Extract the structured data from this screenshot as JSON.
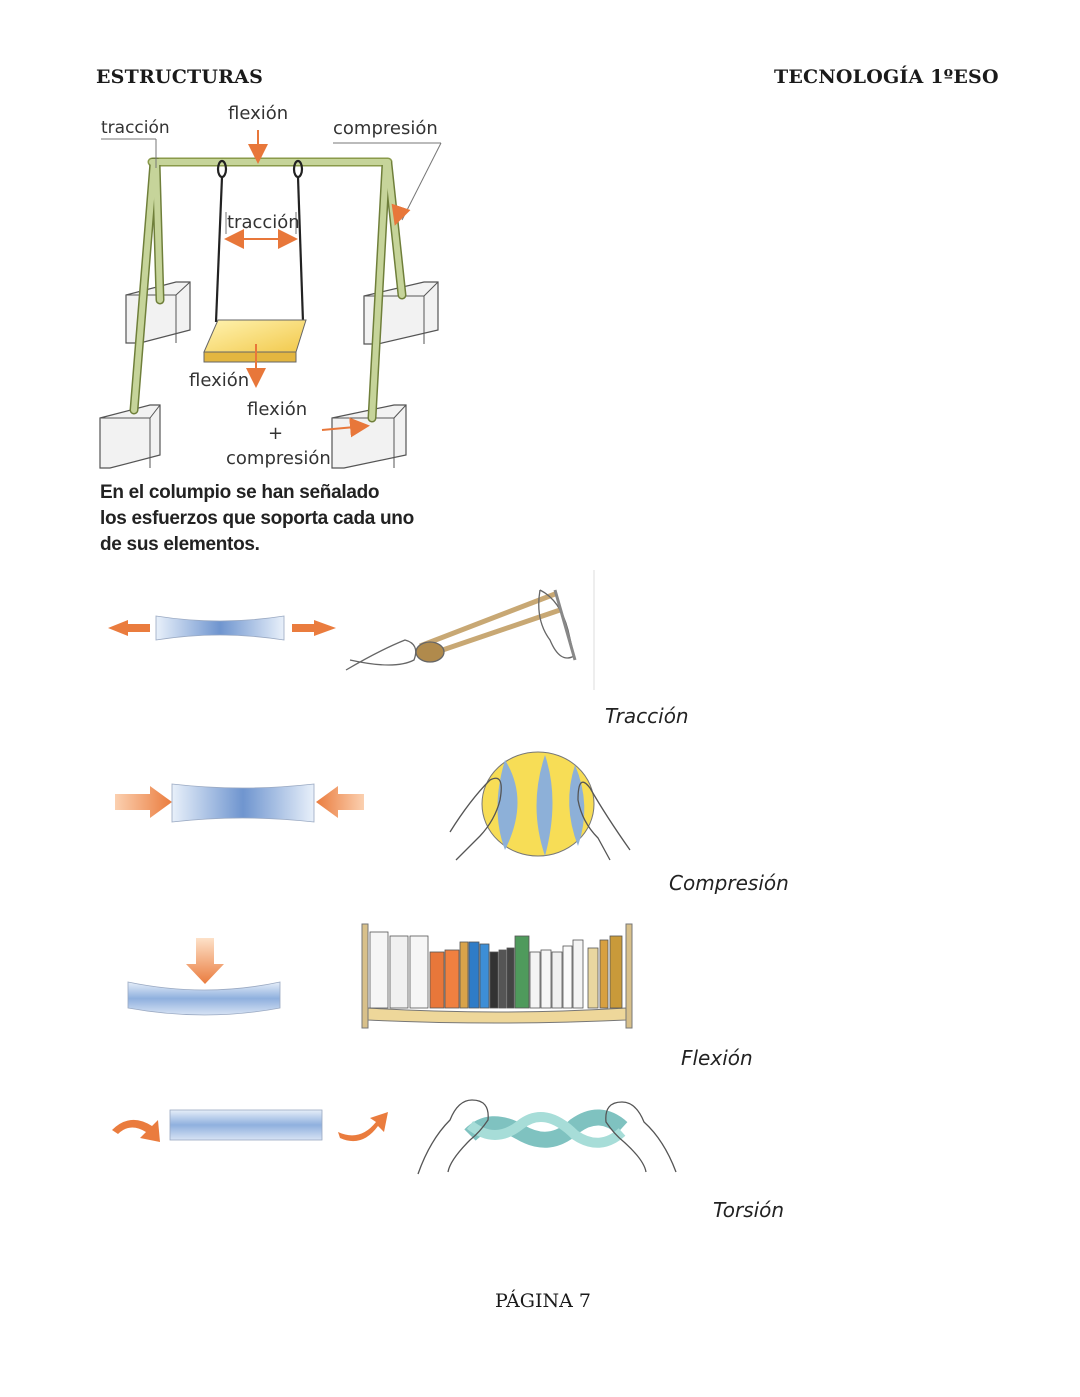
{
  "header": {
    "left": "ESTRUCTURAS",
    "right": "TECNOLOGÍA 1ºESO"
  },
  "swing": {
    "labels": {
      "traccion_top": "tracción",
      "flexion_top": "flexión",
      "compresion_top": "compresión",
      "traccion_mid": "tracción",
      "flexion_seat": "flexión",
      "flexion_bottom": "flexión",
      "plus": "+",
      "compresion_bottom": "compresión"
    },
    "caption": [
      "En el columpio se han señalado",
      "los esfuerzos que soporta cada uno",
      "de sus elementos."
    ]
  },
  "stresses": [
    {
      "label": "Tracción",
      "icon": "slingshot-icon"
    },
    {
      "label": "Compresión",
      "icon": "ball-icon"
    },
    {
      "label": "Flexión",
      "icon": "bookshelf-icon"
    },
    {
      "label": "Torsión",
      "icon": "twisted-cloth-icon"
    }
  ],
  "footer": {
    "page": "PÁGINA 7"
  },
  "colors": {
    "arrow": "#e8773a",
    "beam": "#9fb6da",
    "frame": "#c6d49a",
    "seat": "#f4d45a"
  }
}
